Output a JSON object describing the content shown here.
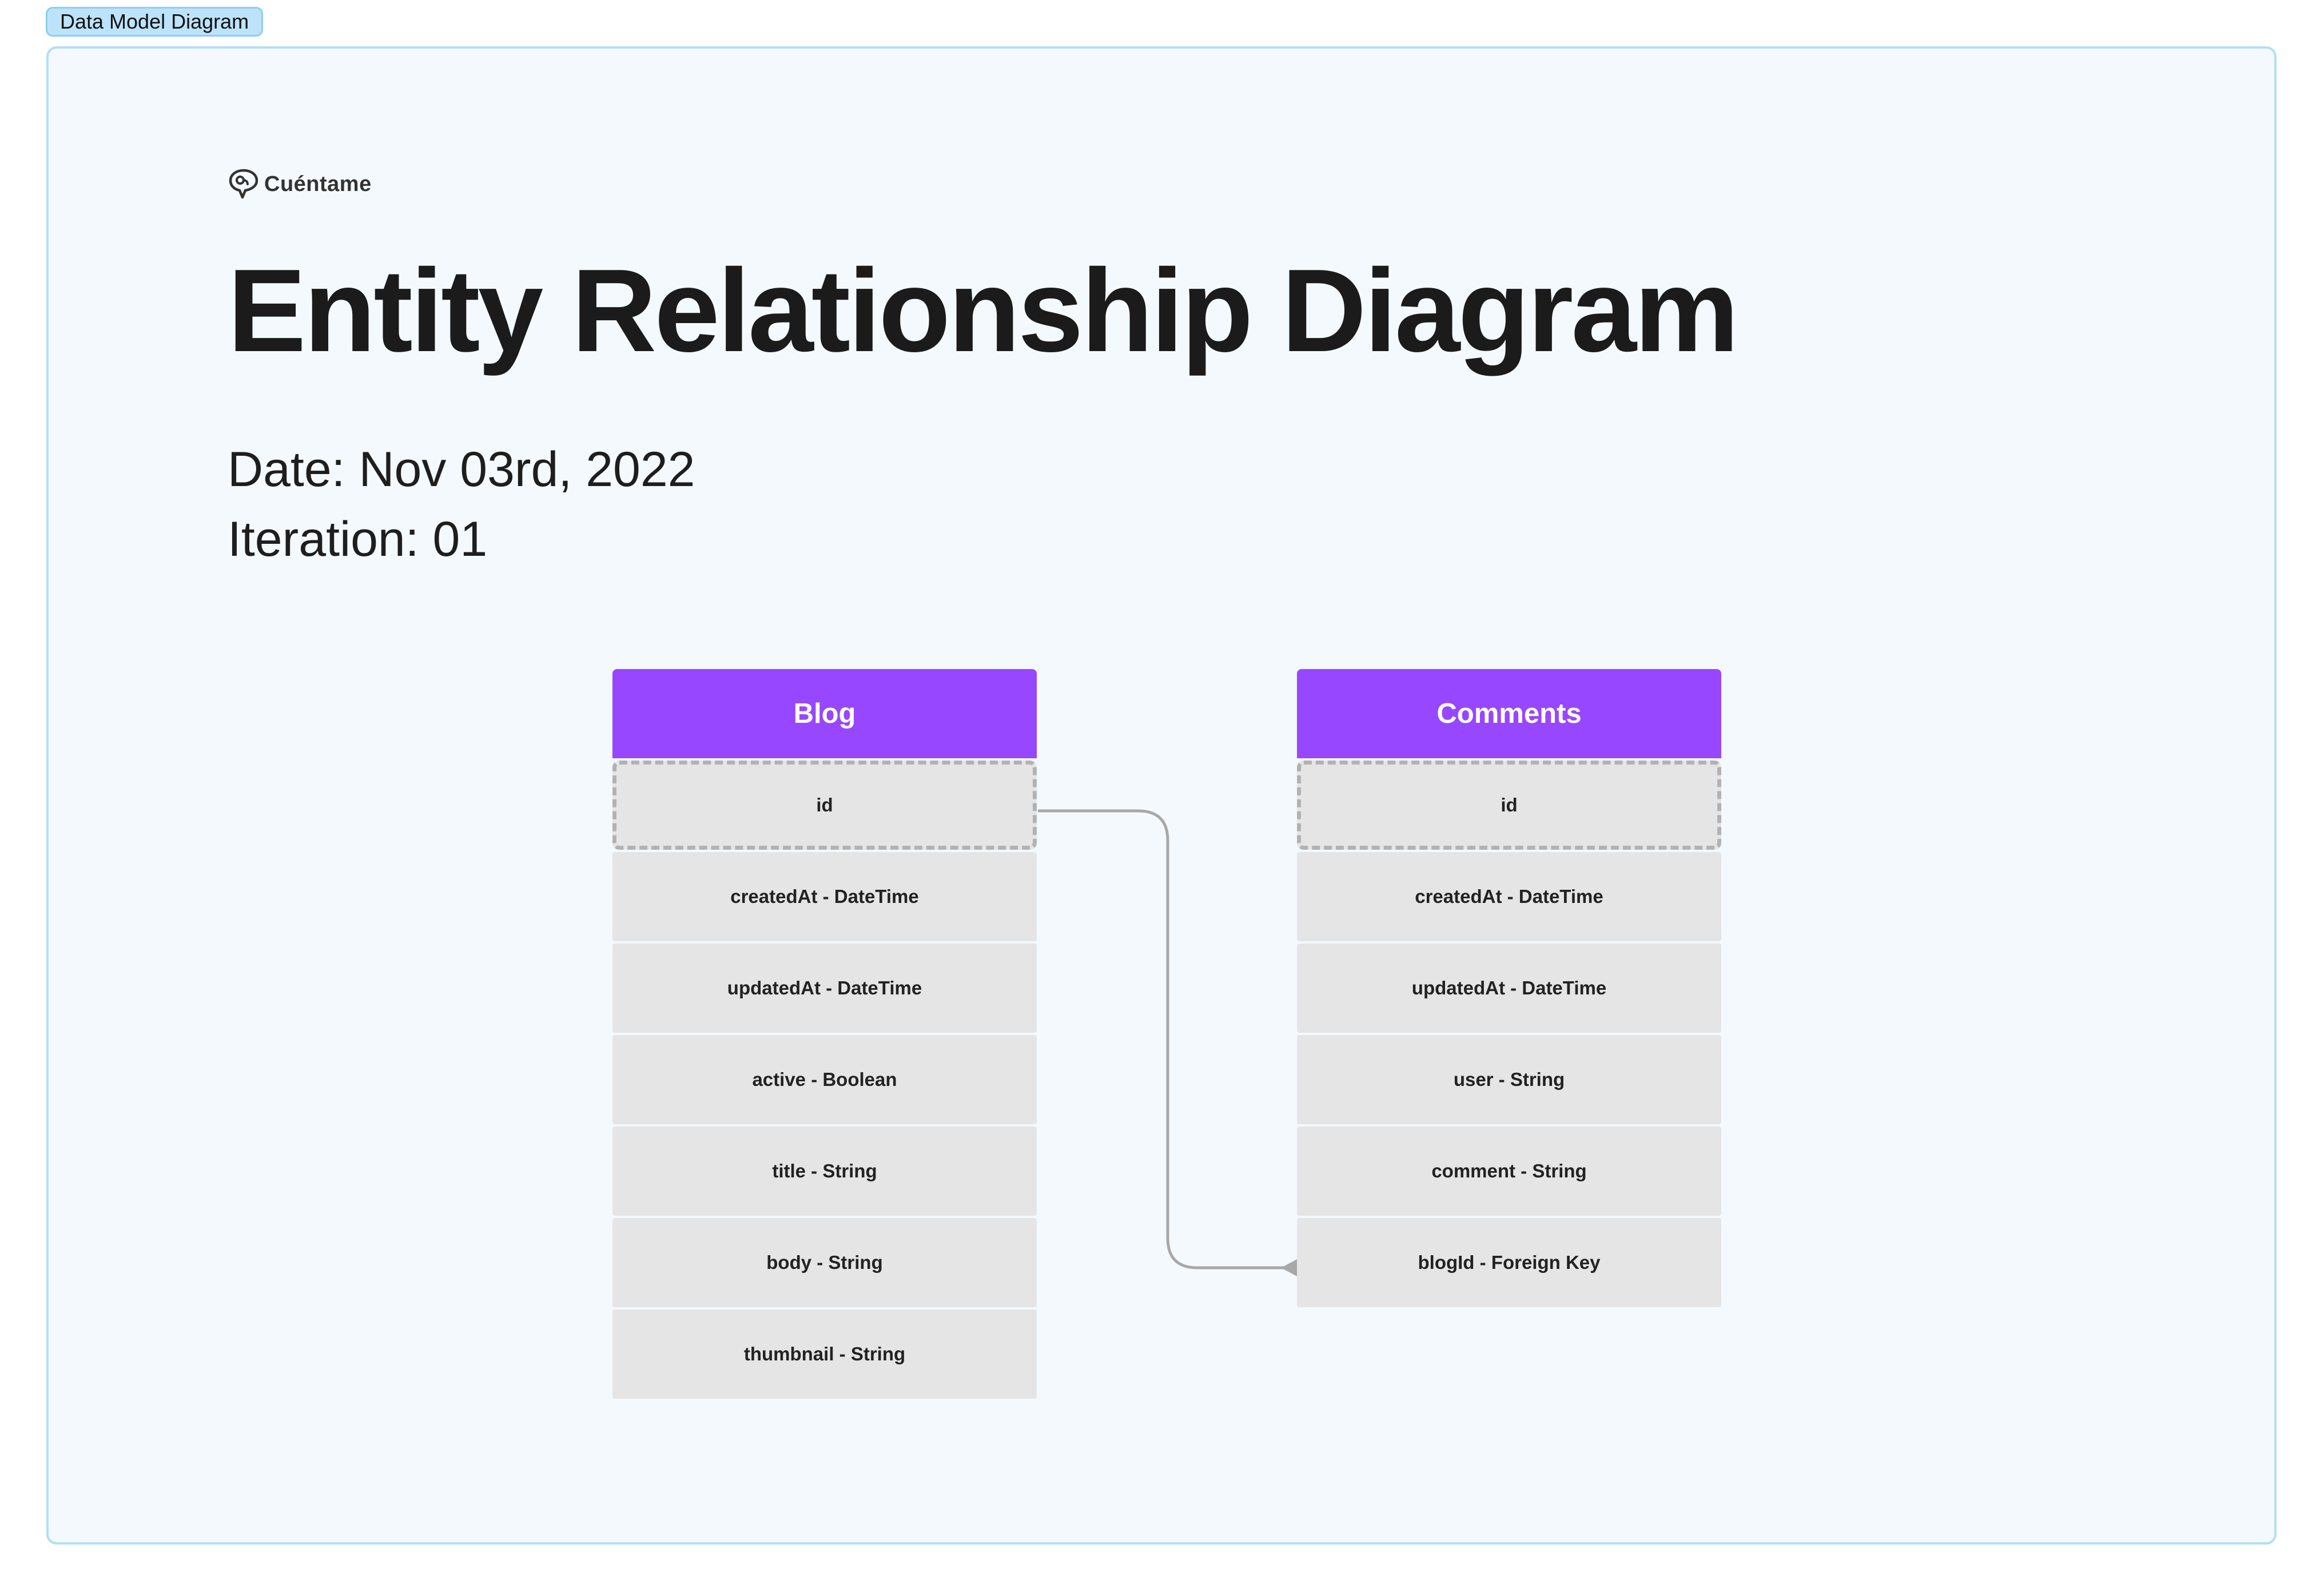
{
  "frame": {
    "label": "Data Model Diagram"
  },
  "brand": {
    "icon": "chat-bubble-icon",
    "name": "Cuéntame"
  },
  "header": {
    "title": "Entity Relationship Diagram",
    "date": "Date: Nov 03rd, 2022",
    "iteration": "Iteration: 01"
  },
  "entities": [
    {
      "name": "Blog",
      "fields": [
        "id",
        "createdAt - DateTime",
        "updatedAt - DateTime",
        "active - Boolean",
        "title - String",
        "body - String",
        "thumbnail - String"
      ]
    },
    {
      "name": "Comments",
      "fields": [
        "id",
        "createdAt - DateTime",
        "updatedAt - DateTime",
        "user - String",
        "comment - String",
        "blogId - Foreign Key"
      ]
    }
  ],
  "relationships": [
    {
      "from": "Blog.id",
      "to": "Comments.blogId - Foreign Key"
    }
  ],
  "colors": {
    "entity_header": "#9747ff",
    "field_background": "#e5e5e5",
    "frame_background": "#f4f9fd",
    "frame_border": "#b3def6",
    "connector": "#a8a8a8"
  }
}
